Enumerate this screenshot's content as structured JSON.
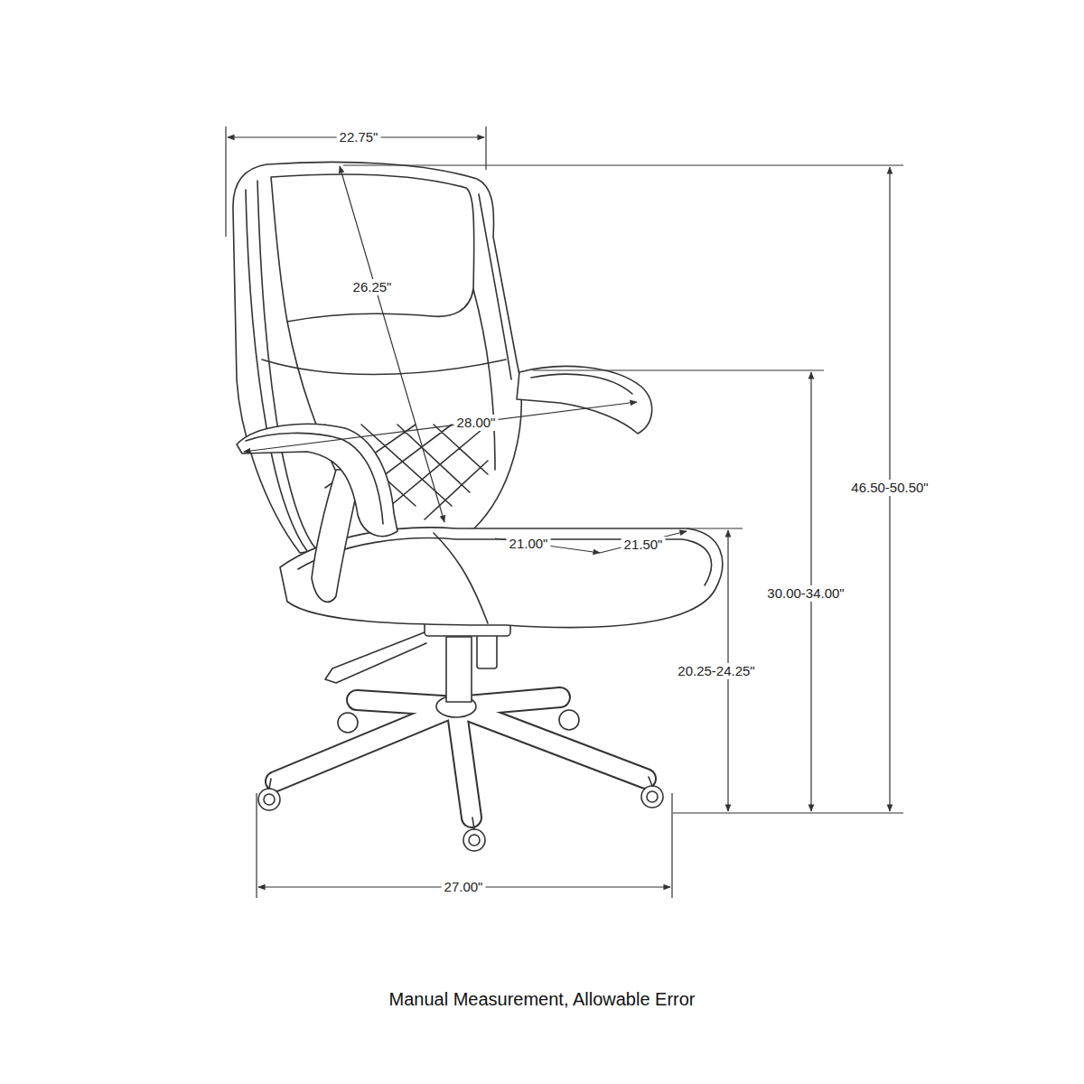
{
  "diagram": {
    "caption": "Manual Measurement, Allowable Error",
    "labels": [
      "22.75\"",
      "26.25\"",
      "28.00\"",
      "21.00\"",
      "21.50\"",
      "46.50-50.50\"",
      "30.00-34.00\"",
      "20.25-24.25\"",
      "27.00\""
    ]
  }
}
